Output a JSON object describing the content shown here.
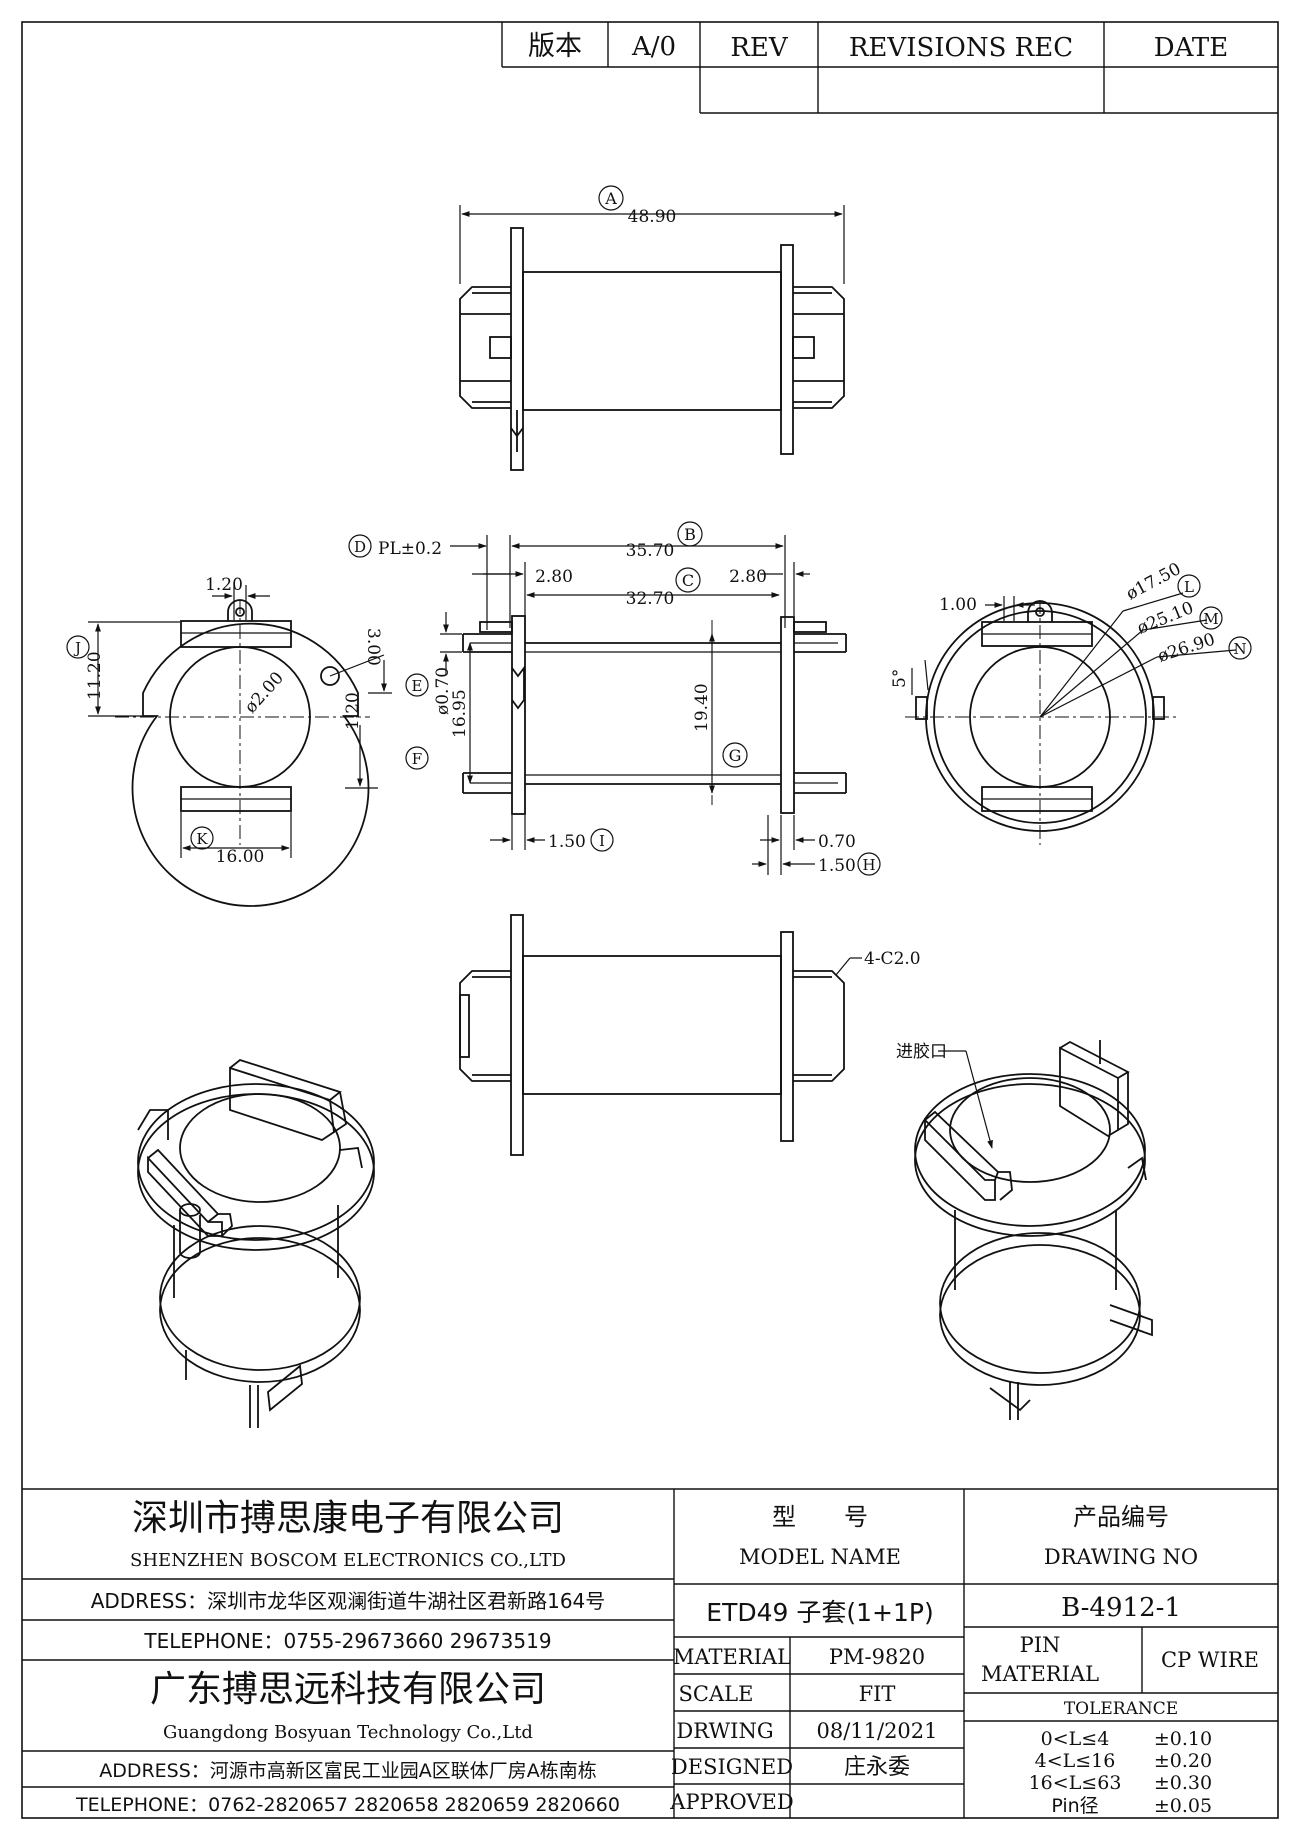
{
  "revision_block": {
    "version_label": "版本",
    "version_value": "A/0",
    "rev_header": "REV",
    "revisions_header": "REVISIONS REC",
    "date_header": "DATE"
  },
  "dimensions": {
    "A": "48.90",
    "B": "35.70",
    "C": "32.70",
    "D": "PL±0.2",
    "left_flange_gap": "2.80",
    "right_flange_gap": "2.80",
    "E": "ø0.70",
    "F": "16.95",
    "G": "19.40",
    "H": "1.50",
    "I": "1.50",
    "pin_width": "0.70",
    "J": "11.20",
    "K": "16.00",
    "slot_width_left": "1.20",
    "slot_depth": "3.00",
    "pin_hole": "ø2.00",
    "lower_slot": "1.20",
    "right_slot": "1.00",
    "L": "ø17.50",
    "M": "ø25.10",
    "N": "ø26.90",
    "angle": "5°",
    "chamfer": "4-C2.0",
    "gate_note": "进胶口"
  },
  "markers": [
    "A",
    "B",
    "C",
    "D",
    "E",
    "F",
    "G",
    "H",
    "I",
    "J",
    "K",
    "L",
    "M",
    "N"
  ],
  "title_block": {
    "company_cn_1": "深圳市搏思康电子有限公司",
    "company_en_1": "SHENZHEN BOSCOM ELECTRONICS CO.,LTD",
    "address_1": "ADDRESS：深圳市龙华区观澜街道牛湖社区君新路164号",
    "telephone_1": "TELEPHONE：0755-29673660 29673519",
    "company_cn_2": "广东搏思远科技有限公司",
    "company_en_2": "Guangdong Bosyuan Technology Co.,Ltd",
    "address_2": "ADDRESS：河源市高新区富民工业园A区联体厂房A栋南栋",
    "telephone_2": "TELEPHONE：0762-2820657 2820658 2820659 2820660",
    "model_cn": "型　　号",
    "model_en": "MODEL NAME",
    "model_value": "ETD49 子套(1+1P)",
    "drawing_cn": "产品编号",
    "drawing_en": "DRAWING NO",
    "drawing_value": "B-4912-1",
    "material_label": "MATERIAL",
    "material_value": "PM-9820",
    "pin_material_label_1": "PIN",
    "pin_material_label_2": "MATERIAL",
    "pin_material_value": "CP WIRE",
    "scale_label": "SCALE",
    "scale_value": "FIT",
    "drawing_date_label": "DRWING",
    "drawing_date_value": "08/11/2021",
    "designed_label": "DESIGNED",
    "designed_value": "庄永委",
    "approved_label": "APPROVED",
    "approved_value": "",
    "tolerance_label": "TOLERANCE",
    "tolerances": [
      {
        "range": "0<L≤4",
        "value": "±0.10"
      },
      {
        "range": "4<L≤16",
        "value": "±0.20"
      },
      {
        "range": "16<L≤63",
        "value": "±0.30"
      },
      {
        "range": "Pin径",
        "value": "±0.05"
      }
    ]
  }
}
